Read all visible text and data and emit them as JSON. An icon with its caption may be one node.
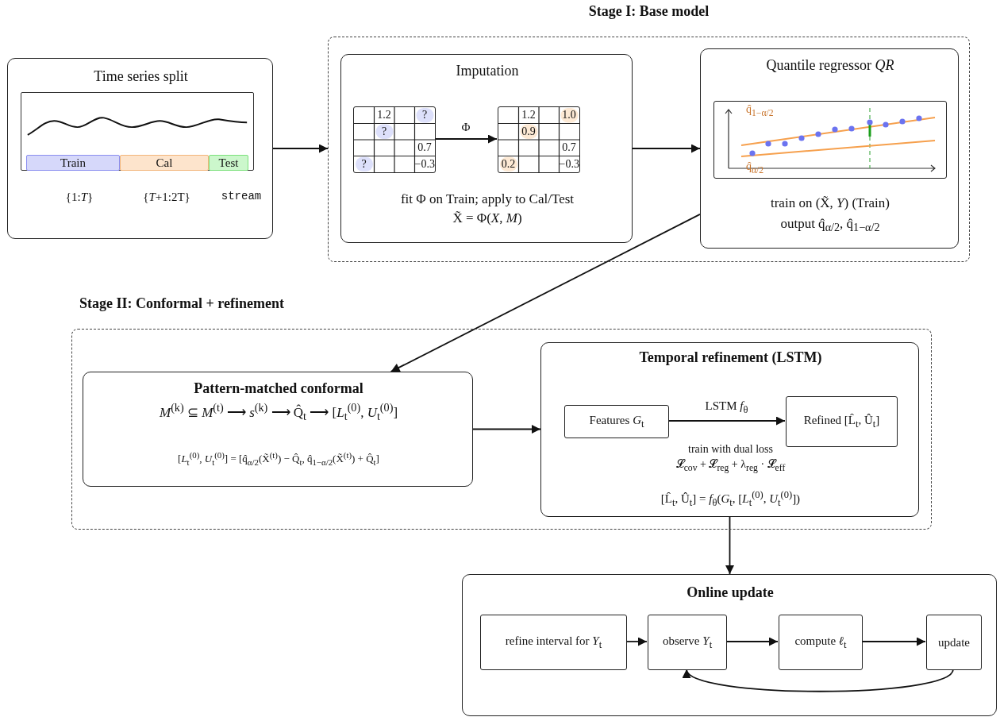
{
  "diagram": {
    "nodes": [
      {
        "text": [
          "Time series split",
          "{1:*T*}",
          "{*T*+1:2T}",
          "stream"
        ]
      },
      {
        "text": [
          "Train"
        ],
        "in": 0
      },
      {
        "text": [
          "Cal"
        ],
        "in": 0
      },
      {
        "text": [
          "Test"
        ],
        "in": 0
      },
      {
        "text": [
          "Stage I: Base model"
        ]
      },
      {
        "text": [
          "Imputation",
          "fit Φ on Train; apply to Cal/Test",
          "X̃ = Φ(*X*, *M*)"
        ],
        "in": 4
      },
      {
        "text": [
          "1.2",
          "?",
          "?",
          "0.7",
          "?",
          "−0.3"
        ],
        "in": 5
      },
      {
        "text": [
          "1.2",
          "1.0",
          "0.9",
          "0.7",
          "0.2",
          "−0.3"
        ],
        "in": 5
      },
      {
        "text": [
          "Quantile regressor *QR*",
          "train on (X̃, *Y*) (Train)",
          "output q̂$_{α/2}$, q̂$_{1−α/2}$"
        ],
        "in": 4
      },
      {
        "text": [
          "q̂$_{1−α/2}$",
          "q̂$_{α/2}$"
        ],
        "in": 8
      },
      {
        "text": [
          "Stage II: Conformal + refinement"
        ]
      },
      {
        "text": [
          "Pattern-matched conformal",
          "*M*$^{(k)}$ ⊆ *M*$^{(t)}$ ⟶ *s*$^{(k)}$ ⟶ Q̂$_{t}$ ⟶ [*L*$_{t}$$^{(0)}$, *U*$_{t}$$^{(0)}$]",
          "[*L*$_{t}$$^{(0)}$, *U*$_{t}$$^{(0)}$] = [q̂$_{α/2}$(X̃$^{(t)}$) − Q̂$_{t}$, q̂$_{1−α/2}$(X̃$^{(t)}$) + Q̂$_{t}$]"
        ],
        "in": 10
      },
      {
        "text": [
          "Temporal refinement (LSTM)",
          "train with dual loss",
          "𝓛$_{cov}$ + 𝓛$_{reg}$ + λ$_{reg}$ · 𝓛$_{eff}$",
          "[L̂$_{t}$, Û$_{t}$] = *f*$_{θ}$(*G*$_{t}$, [*L*$_{t}$$^{(0)}$, *U*$_{t}$$^{(0)}$])"
        ],
        "in": 10
      },
      {
        "text": [
          "Features *G*$_{t}$"
        ],
        "in": 12
      },
      {
        "text": [
          "Refined [L̂$_{t}$, Û$_{t}$]"
        ],
        "in": 12
      },
      {
        "text": [
          "Online update"
        ]
      },
      {
        "text": [
          "refine interval for *Y*$_{t}$"
        ],
        "in": 15
      },
      {
        "text": [
          "observe *Y*$_{t}$"
        ],
        "in": 15
      },
      {
        "text": [
          "compute *ℓ*$_{t}$"
        ],
        "in": 15
      },
      {
        "text": [
          "update"
        ],
        "in": 15
      }
    ],
    "edges": [
      {
        "from": 0,
        "to": 4,
        "arrow": "to"
      },
      {
        "from": 6,
        "to": 7,
        "label": "Φ",
        "arrow": "to"
      },
      {
        "from": 5,
        "to": 8,
        "arrow": "to"
      },
      {
        "from": 8,
        "to": 11,
        "arrow": "to"
      },
      {
        "from": 11,
        "to": 12,
        "arrow": "to"
      },
      {
        "from": 13,
        "to": 14,
        "label": "LSTM *f*$_{θ}$",
        "arrow": "to"
      },
      {
        "from": 12,
        "to": 15,
        "arrow": "to"
      },
      {
        "from": 16,
        "to": 17,
        "arrow": "to"
      },
      {
        "from": 17,
        "to": 18,
        "arrow": "to"
      },
      {
        "from": 18,
        "to": 19,
        "arrow": "to"
      },
      {
        "from": 19,
        "to": 17,
        "arrow": "to"
      }
    ]
  }
}
